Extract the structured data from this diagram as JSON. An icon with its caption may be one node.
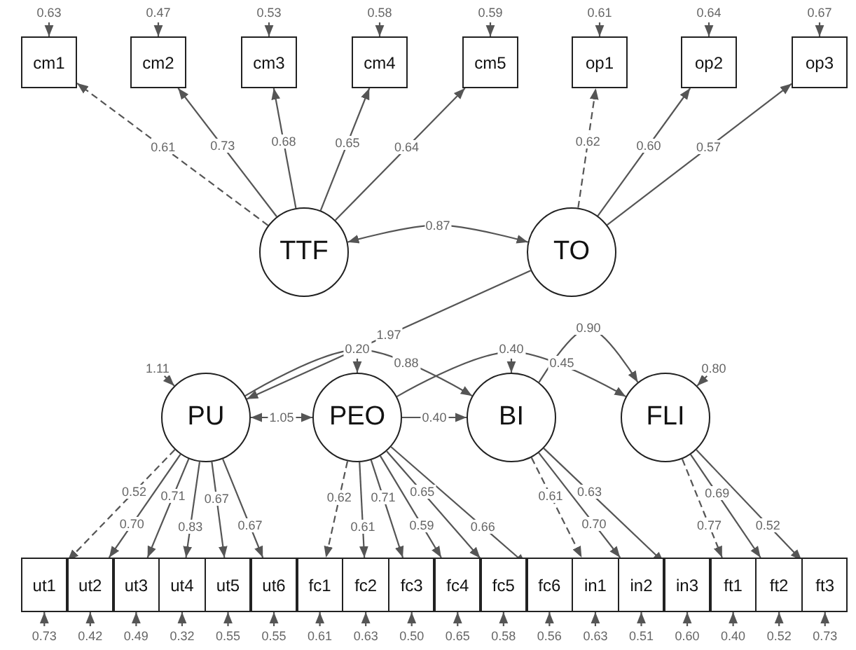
{
  "diagram": {
    "nodes": [
      {
        "text": [
          "cm1"
        ]
      },
      {
        "text": [
          "cm2"
        ]
      },
      {
        "text": [
          "cm3"
        ]
      },
      {
        "text": [
          "cm4"
        ]
      },
      {
        "text": [
          "cm5"
        ]
      },
      {
        "text": [
          "op1"
        ]
      },
      {
        "text": [
          "op2"
        ]
      },
      {
        "text": [
          "op3"
        ]
      },
      {
        "text": [
          "TTF"
        ]
      },
      {
        "text": [
          "TO"
        ]
      },
      {
        "text": [
          "PU"
        ]
      },
      {
        "text": [
          "PEO"
        ]
      },
      {
        "text": [
          "BI"
        ]
      },
      {
        "text": [
          "FLI"
        ]
      },
      {
        "text": [
          "ut1"
        ]
      },
      {
        "text": [
          "ut2"
        ]
      },
      {
        "text": [
          "ut3"
        ]
      },
      {
        "text": [
          "ut4"
        ]
      },
      {
        "text": [
          "ut5"
        ]
      },
      {
        "text": [
          "ut6"
        ]
      },
      {
        "text": [
          "fc1"
        ]
      },
      {
        "text": [
          "fc2"
        ]
      },
      {
        "text": [
          "fc3"
        ]
      },
      {
        "text": [
          "fc4"
        ]
      },
      {
        "text": [
          "fc5"
        ]
      },
      {
        "text": [
          "fc6"
        ]
      },
      {
        "text": [
          "in1"
        ]
      },
      {
        "text": [
          "in2"
        ]
      },
      {
        "text": [
          "in3"
        ]
      },
      {
        "text": [
          "ft1"
        ]
      },
      {
        "text": [
          "ft2"
        ]
      },
      {
        "text": [
          "ft3"
        ]
      }
    ],
    "edges": [
      {
        "from": 8,
        "to": 0,
        "arrow": "to",
        "label": "0.61",
        "style": "dashed"
      },
      {
        "from": 8,
        "to": 1,
        "arrow": "to",
        "label": "0.73"
      },
      {
        "from": 8,
        "to": 2,
        "arrow": "to",
        "label": "0.68"
      },
      {
        "from": 8,
        "to": 3,
        "arrow": "to",
        "label": "0.65"
      },
      {
        "from": 8,
        "to": 4,
        "arrow": "to",
        "label": "0.64"
      },
      {
        "from": 9,
        "to": 5,
        "arrow": "to",
        "label": "0.62",
        "style": "dashed"
      },
      {
        "from": 9,
        "to": 6,
        "arrow": "to",
        "label": "0.60"
      },
      {
        "from": 9,
        "to": 7,
        "arrow": "to",
        "label": "0.57"
      },
      {
        "from": 8,
        "to": 9,
        "arrow": "both",
        "label": "0.87"
      },
      {
        "from": 9,
        "to": 10,
        "arrow": "to",
        "label": "1.97"
      },
      {
        "from": 10,
        "to": 11,
        "arrow": "both",
        "label": "1.05"
      },
      {
        "from": 11,
        "to": 12,
        "arrow": "to",
        "label": "0.40"
      },
      {
        "from": 10,
        "to": 12,
        "arrow": "to",
        "label": "0.88"
      },
      {
        "from": 11,
        "to": 13,
        "arrow": "to",
        "label": "0.45"
      },
      {
        "from": 12,
        "to": 13,
        "arrow": "to",
        "label": "0.90"
      },
      {
        "from": 10,
        "to": 14,
        "arrow": "to",
        "label": "0.52",
        "style": "dashed"
      },
      {
        "from": 10,
        "to": 15,
        "arrow": "to",
        "label": "0.70"
      },
      {
        "from": 10,
        "to": 16,
        "arrow": "to",
        "label": "0.71"
      },
      {
        "from": 10,
        "to": 17,
        "arrow": "to",
        "label": "0.83"
      },
      {
        "from": 10,
        "to": 18,
        "arrow": "to",
        "label": "0.67"
      },
      {
        "from": 10,
        "to": 19,
        "arrow": "to",
        "label": "0.67"
      },
      {
        "from": 11,
        "to": 20,
        "arrow": "to",
        "label": "0.62",
        "style": "dashed"
      },
      {
        "from": 11,
        "to": 21,
        "arrow": "to",
        "label": "0.61"
      },
      {
        "from": 11,
        "to": 22,
        "arrow": "to",
        "label": "0.71"
      },
      {
        "from": 11,
        "to": 23,
        "arrow": "to",
        "label": "0.59"
      },
      {
        "from": 11,
        "to": 24,
        "arrow": "to",
        "label": "0.65"
      },
      {
        "from": 11,
        "to": 25,
        "arrow": "to",
        "label": "0.66"
      },
      {
        "from": 12,
        "to": 26,
        "arrow": "to",
        "label": "0.61",
        "style": "dashed"
      },
      {
        "from": 12,
        "to": 27,
        "arrow": "to",
        "label": "0.70"
      },
      {
        "from": 12,
        "to": 28,
        "arrow": "to",
        "label": "0.63"
      },
      {
        "from": 13,
        "to": 29,
        "arrow": "to",
        "label": "0.77",
        "style": "dashed"
      },
      {
        "from": 13,
        "to": 30,
        "arrow": "to",
        "label": "0.69"
      },
      {
        "from": 13,
        "to": 31,
        "arrow": "to",
        "label": "0.52"
      },
      {
        "from": null,
        "to": 0,
        "arrow": "to",
        "label": "0.63"
      },
      {
        "from": null,
        "to": 1,
        "arrow": "to",
        "label": "0.47"
      },
      {
        "from": null,
        "to": 2,
        "arrow": "to",
        "label": "0.53"
      },
      {
        "from": null,
        "to": 3,
        "arrow": "to",
        "label": "0.58"
      },
      {
        "from": null,
        "to": 4,
        "arrow": "to",
        "label": "0.59"
      },
      {
        "from": null,
        "to": 5,
        "arrow": "to",
        "label": "0.61"
      },
      {
        "from": null,
        "to": 6,
        "arrow": "to",
        "label": "0.64"
      },
      {
        "from": null,
        "to": 7,
        "arrow": "to",
        "label": "0.67"
      },
      {
        "from": null,
        "to": 10,
        "arrow": "to",
        "label": "1.11"
      },
      {
        "from": null,
        "to": 11,
        "arrow": "to",
        "label": "0.20"
      },
      {
        "from": null,
        "to": 12,
        "arrow": "to",
        "label": "0.40"
      },
      {
        "from": null,
        "to": 13,
        "arrow": "to",
        "label": "0.80"
      },
      {
        "from": null,
        "to": 14,
        "arrow": "to",
        "label": "0.73"
      },
      {
        "from": null,
        "to": 15,
        "arrow": "to",
        "label": "0.42"
      },
      {
        "from": null,
        "to": 16,
        "arrow": "to",
        "label": "0.49"
      },
      {
        "from": null,
        "to": 17,
        "arrow": "to",
        "label": "0.32"
      },
      {
        "from": null,
        "to": 18,
        "arrow": "to",
        "label": "0.55"
      },
      {
        "from": null,
        "to": 19,
        "arrow": "to",
        "label": "0.55"
      },
      {
        "from": null,
        "to": 20,
        "arrow": "to",
        "label": "0.61"
      },
      {
        "from": null,
        "to": 21,
        "arrow": "to",
        "label": "0.63"
      },
      {
        "from": null,
        "to": 22,
        "arrow": "to",
        "label": "0.50"
      },
      {
        "from": null,
        "to": 23,
        "arrow": "to",
        "label": "0.65"
      },
      {
        "from": null,
        "to": 24,
        "arrow": "to",
        "label": "0.58"
      },
      {
        "from": null,
        "to": 25,
        "arrow": "to",
        "label": "0.56"
      },
      {
        "from": null,
        "to": 26,
        "arrow": "to",
        "label": "0.63"
      },
      {
        "from": null,
        "to": 27,
        "arrow": "to",
        "label": "0.51"
      },
      {
        "from": null,
        "to": 28,
        "arrow": "to",
        "label": "0.60"
      },
      {
        "from": null,
        "to": 29,
        "arrow": "to",
        "label": "0.40"
      },
      {
        "from": null,
        "to": 30,
        "arrow": "to",
        "label": "0.52"
      },
      {
        "from": null,
        "to": 31,
        "arrow": "to",
        "label": "0.73"
      }
    ]
  }
}
